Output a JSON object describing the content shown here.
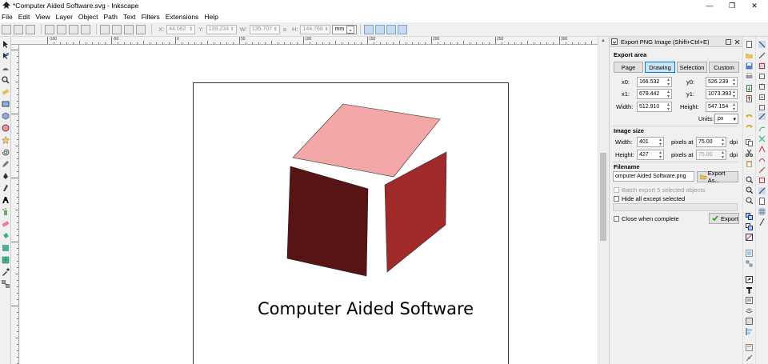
{
  "window": {
    "title": "*Computer Aided Software.svg - Inkscape",
    "controls": {
      "minimize": "—",
      "maximize": "❐",
      "close": "✕"
    }
  },
  "menu": [
    "File",
    "Edit",
    "View",
    "Layer",
    "Object",
    "Path",
    "Text",
    "Filters",
    "Extensions",
    "Help"
  ],
  "tool_controls": {
    "x_label": "X:",
    "x_value": "44.062",
    "y_label": "Y:",
    "y_value": "139.234",
    "w_label": "W:",
    "w_value": "135.707",
    "lock_icon": "a",
    "h_label": "H:",
    "h_value": "144.768",
    "units": "mm"
  },
  "ruler": {
    "top_labels": [
      "-100",
      "-50",
      "0",
      "50",
      "100",
      "150",
      "200",
      "250",
      "300"
    ]
  },
  "canvas": {
    "drawing_text": "Computer Aided Software",
    "colors": {
      "top_face": "#f4a7a7",
      "left_face": "#571414",
      "right_face": "#a02a2a"
    }
  },
  "export_panel": {
    "title": "Export PNG Image (Shift+Ctrl+E)",
    "export_area_heading": "Export area",
    "area_buttons": [
      "Page",
      "Drawing",
      "Selection",
      "Custom"
    ],
    "active_area": "Drawing",
    "x0_label": "x0:",
    "x0": "166.532",
    "y0_label": "y0:",
    "y0": "526.239",
    "x1_label": "x1:",
    "x1": "679.442",
    "y1_label": "y1:",
    "y1": "1073.393",
    "width_label": "Width:",
    "width": "512.910",
    "height_label": "Height:",
    "height": "547.154",
    "units_label": "Units:",
    "units": "px",
    "image_size_heading": "Image size",
    "img_width_label": "Width:",
    "img_width": "401",
    "img_height_label": "Height:",
    "img_height": "427",
    "pixels_at_label": "pixels at",
    "dpi_x": "75.00",
    "dpi_y": "75.00",
    "dpi_label": "dpi",
    "filename_heading": "Filename",
    "filename": "omputer Aided Software.png",
    "export_as_label": "Export As...",
    "batch_label": "Batch export 5 selected objects",
    "hide_label": "Hide all except selected",
    "close_label": "Close when complete",
    "export_label": "Export"
  }
}
